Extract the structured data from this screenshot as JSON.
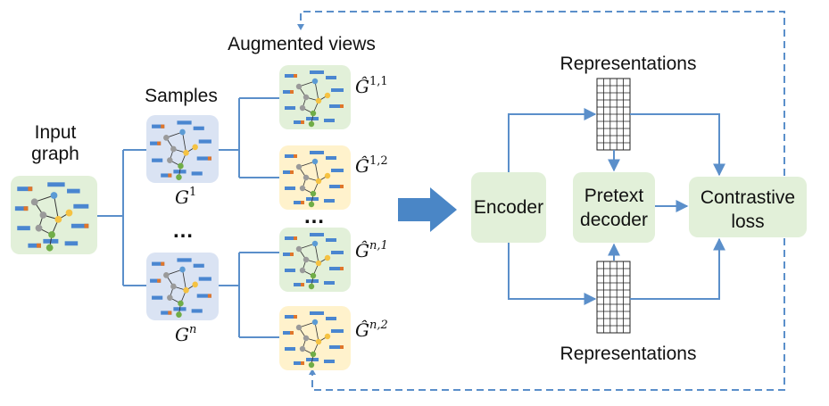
{
  "labels": {
    "input_graph_line1": "Input",
    "input_graph_line2": "graph",
    "samples": "Samples",
    "augmented_views": "Augmented views",
    "ellipsis": "…",
    "representations_top": "Representations",
    "representations_bottom": "Representations"
  },
  "sample_labels": [
    {
      "base": "G",
      "sup": "1"
    },
    {
      "base": "G",
      "sup": "n"
    }
  ],
  "view_labels": [
    {
      "base": "Ĝ",
      "sup": "1,1"
    },
    {
      "base": "Ĝ",
      "sup": "1,2"
    },
    {
      "base": "Ĝ",
      "sup": "n,1"
    },
    {
      "base": "Ĝ",
      "sup": "n,2"
    }
  ],
  "modules": {
    "encoder": "Encoder",
    "pretext_line1": "Pretext",
    "pretext_line2": "decoder",
    "loss_line1": "Contrastive",
    "loss_line2": "loss"
  },
  "colors": {
    "line": "#5b8fca",
    "module_fill": "#e2f0d9",
    "green_panel": "#e2f0d9",
    "blue_panel": "#dae3f3",
    "yellow_panel": "#fff2cc",
    "block": "#4a86d0",
    "orange_block": "#e0762b",
    "node_gray": "#9a9a9a",
    "node_green": "#70ad47",
    "node_yellow": "#f5c242",
    "node_blue": "#5b9bd5",
    "arrow_big": "#4a86c6"
  }
}
